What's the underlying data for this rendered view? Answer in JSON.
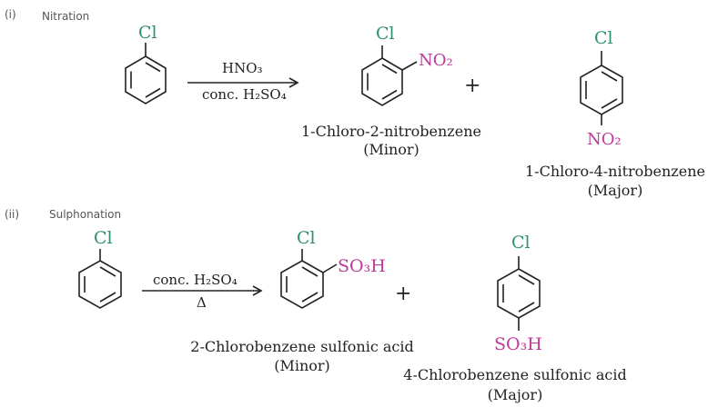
{
  "sections": [
    {
      "marker": "(i)",
      "title": "Nitration",
      "reagent_top": "HNO₃",
      "reagent_bottom": "conc. H₂SO₄",
      "reactant_substituent": "Cl",
      "plus": "+",
      "products": [
        {
          "substituent_top": "Cl",
          "substituent_group": "NO₂",
          "name": "1-Chloro-2-nitrobenzene",
          "note": "(Minor)"
        },
        {
          "substituent_top": "Cl",
          "substituent_group": "NO₂",
          "name": "1-Chloro-4-nitrobenzene",
          "note": "(Major)"
        }
      ]
    },
    {
      "marker": "(ii)",
      "title": "Sulphonation",
      "reagent_top": "conc. H₂SO₄",
      "reagent_bottom": "Δ",
      "reactant_substituent": "Cl",
      "plus": "+",
      "products": [
        {
          "substituent_top": "Cl",
          "substituent_group": "SO₃H",
          "name": "2-Chlorobenzene sulfonic acid",
          "note": "(Minor)"
        },
        {
          "substituent_top": "Cl",
          "substituent_group": "SO₃H",
          "name": "4-Chlorobenzene sulfonic acid",
          "note": "(Major)"
        }
      ]
    }
  ],
  "colors": {
    "chlorine": "#2f8f6f",
    "group": "#c0399a",
    "ink": "#222222"
  }
}
